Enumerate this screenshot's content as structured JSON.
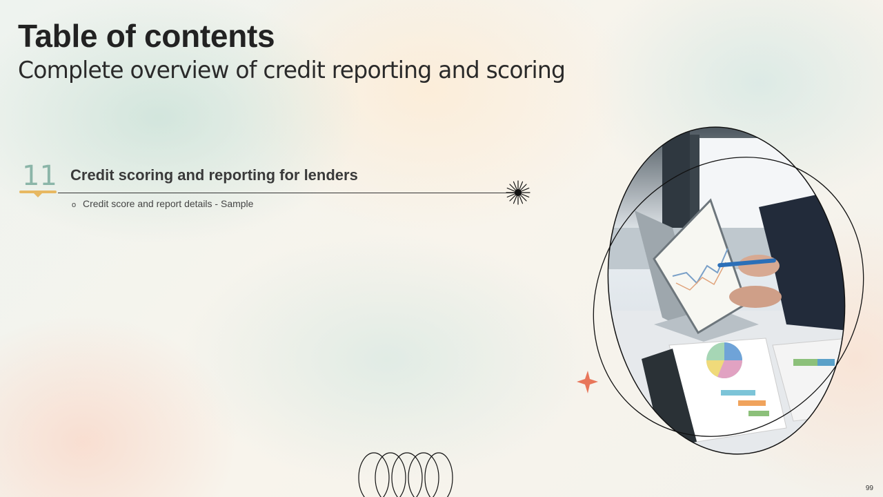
{
  "slide": {
    "title": "Table of contents",
    "subtitle": "Complete overview of credit reporting and scoring",
    "section": {
      "number": "11",
      "title": "Credit scoring and reporting for lenders",
      "items": [
        "Credit score and report details - Sample"
      ]
    },
    "page_number": "99"
  },
  "colors": {
    "number": "#8bb5a8",
    "accent_bar": "#e7b862",
    "star": "#e8765a",
    "line": "#222222"
  },
  "icons": {
    "bullet": "hollow-circle-bullet",
    "divider_end": "starburst-icon",
    "decoration": "star-icon"
  }
}
